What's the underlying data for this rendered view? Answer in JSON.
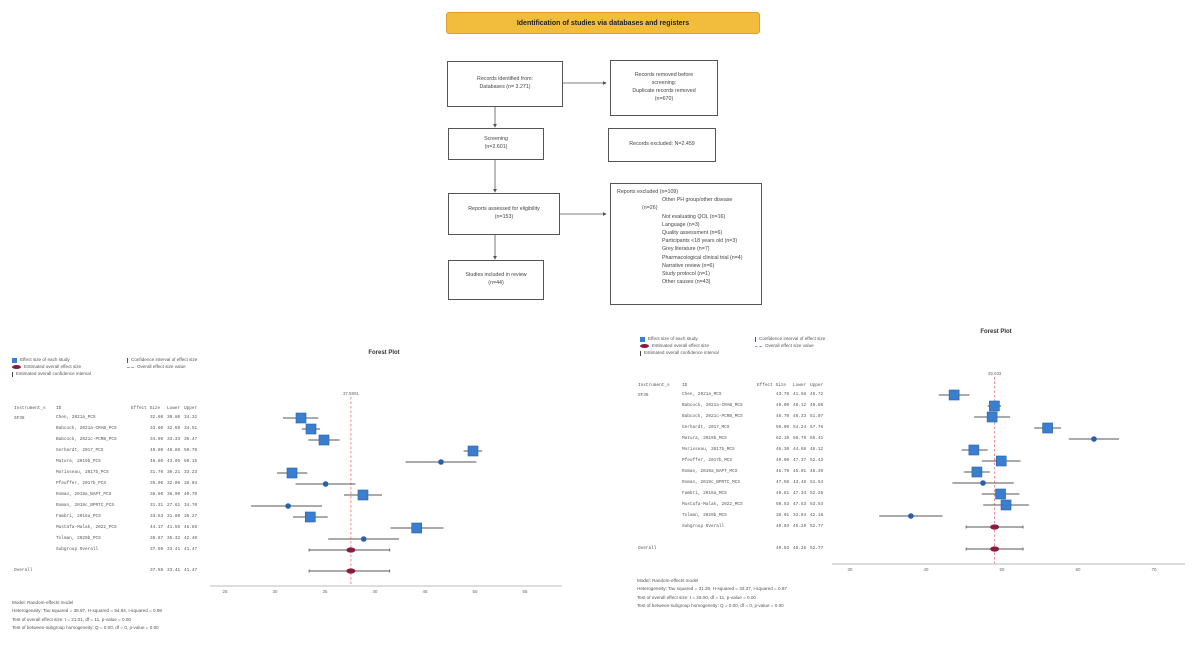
{
  "header": {
    "title": "Identification of studies via databases and registers"
  },
  "flowchart": {
    "identified": [
      "Records identified from:",
      "Databases (n= 3.271)"
    ],
    "removed": [
      "Records removed before",
      "screening:",
      "Duplicate records removed",
      "(n=670)"
    ],
    "screening": [
      "Screening",
      "(n=2.601)"
    ],
    "excluded_records": [
      "Records excluded: N=2.459"
    ],
    "assessed": [
      "Reports assessed for eligibility",
      "(n=153)"
    ],
    "included": [
      "Studies included in review",
      "(n=44)"
    ],
    "reports_excluded": {
      "title": "Reports excluded (n=109)",
      "first": "Other PH group/other disease",
      "first_count": "(n=26)",
      "items": [
        "Not evaluating QOL (n=16)",
        "Language (n=3)",
        "Quality assessment (n=6)",
        "Participants <18 years old (n=3)",
        "Grey literature (n=7)",
        "Pharmacological clinical trial (n=4)",
        "Narrative review (n=6)",
        "Study protocol (n=1)",
        "Other causes (n=43)"
      ]
    }
  },
  "legend": {
    "study": "Effect size of each study",
    "overall": "Estimated overall effect size",
    "overall_ci": "Estimated overall confidence interval",
    "ci": "Confidence interval of effect size",
    "ref": "Overall effect size value"
  },
  "colors": {
    "study": "#3a7fcf",
    "overall": "#8a1a45",
    "ref": "#f07a84"
  },
  "chart_data": [
    {
      "type": "forest",
      "title": "Forest Plot",
      "ref_value": 37.5901,
      "ref_label": "37.5901",
      "xlim": [
        22,
        58
      ],
      "ticks": [
        25,
        30,
        35,
        40,
        45,
        50,
        55
      ],
      "columns": [
        "Instrument_s",
        "ID",
        "Effect Size",
        "Lower",
        "Upper"
      ],
      "instrument": "SF36",
      "rows": [
        {
          "id": "Chen, 2021a_PCS",
          "es": 32.6,
          "lo": 30.8,
          "hi": 34.32,
          "marker": "square"
        },
        {
          "id": "Babcock, 2021a-CRAB_PCS",
          "es": 33.6,
          "lo": 32.69,
          "hi": 34.51,
          "marker": "square"
        },
        {
          "id": "Babcock, 2021c-PCRB_PCS",
          "es": 34.9,
          "lo": 33.33,
          "hi": 36.47,
          "marker": "square"
        },
        {
          "id": "Gerhardt, 2017_PCS",
          "es": 49.8,
          "lo": 48.86,
          "hi": 50.7,
          "marker": "square"
        },
        {
          "id": "Matura, 2019b_PCS",
          "es": 46.6,
          "lo": 43.05,
          "hi": 50.15,
          "marker": "dot"
        },
        {
          "id": "Morisseau, 2017b_PCS",
          "es": 31.7,
          "lo": 30.21,
          "hi": 33.23,
          "marker": "square"
        },
        {
          "id": "Pfeuffer, 2017b_PCS",
          "es": 35.06,
          "lo": 32.06,
          "hi": 38.04,
          "marker": "dot"
        },
        {
          "id": "Roman, 2019a_BAPT_PCS",
          "es": 38.8,
          "lo": 36.9,
          "hi": 40.7,
          "marker": "square"
        },
        {
          "id": "Roman, 2019c_BPRTC_PCS",
          "es": 31.31,
          "lo": 27.61,
          "hi": 34.7,
          "marker": "dot"
        },
        {
          "id": "Fambri, 2016a_PCS",
          "es": 33.53,
          "lo": 31.8,
          "hi": 35.27,
          "marker": "square"
        },
        {
          "id": "Mustafa-Malak, 2022_PCS",
          "es": 44.17,
          "lo": 41.55,
          "hi": 46.85,
          "marker": "square"
        },
        {
          "id": "Tolman, 2020b_PCS",
          "es": 38.87,
          "lo": 35.32,
          "hi": 42.4,
          "marker": "dot"
        },
        {
          "id": "Subgroup Overall",
          "es": 37.59,
          "lo": 33.41,
          "hi": 41.47,
          "marker": "diamond"
        }
      ],
      "overall": {
        "label": "Overall",
        "es": 37.59,
        "lo": 33.41,
        "hi": 41.47
      },
      "stats": [
        "Model: Random-effects model",
        "Heterogeneity: Tau squared = 38.97, H-squared = 54.84, I-squared = 0.98",
        "Test of overall effect size: t = 21.01, df = 11, p-value = 0.00",
        "Test of between-subgroup homogeneity: Q = 0.00, df = 0, p-value = 0.00"
      ]
    },
    {
      "type": "forest",
      "title": "Forest Plot",
      "ref_value": 49.03,
      "ref_label": "49.033",
      "xlim": [
        27,
        75
      ],
      "ticks": [
        30,
        40,
        50,
        60,
        70
      ],
      "columns": [
        "Instrument_s",
        "ID",
        "Effect Size",
        "Lower",
        "Upper"
      ],
      "instrument": "SF36",
      "rows": [
        {
          "id": "Chen, 2021a_MCS",
          "es": 43.7,
          "lo": 41.68,
          "hi": 45.72,
          "marker": "square"
        },
        {
          "id": "Babcock, 2021a-CRAB_MCS",
          "es": 49.0,
          "lo": 48.12,
          "hi": 49.88,
          "marker": "square"
        },
        {
          "id": "Babcock, 2021c-PCRB_MCS",
          "es": 48.7,
          "lo": 46.33,
          "hi": 51.07,
          "marker": "square"
        },
        {
          "id": "Gerhardt, 2017_MCS",
          "es": 56.0,
          "lo": 54.24,
          "hi": 57.76,
          "marker": "square"
        },
        {
          "id": "Matura, 2019b_MCS",
          "es": 62.1,
          "lo": 58.79,
          "hi": 65.41,
          "marker": "dot"
        },
        {
          "id": "Morisseau, 2017b_MCS",
          "es": 46.3,
          "lo": 44.68,
          "hi": 48.12,
          "marker": "square"
        },
        {
          "id": "Pfeuffer, 2017b_MCS",
          "es": 49.9,
          "lo": 47.37,
          "hi": 52.43,
          "marker": "square"
        },
        {
          "id": "Roman, 2019a_BAPT_MCS",
          "es": 46.7,
          "lo": 45.01,
          "hi": 48.39,
          "marker": "square"
        },
        {
          "id": "Roman, 2019c_BPRTC_MCS",
          "es": 47.5,
          "lo": 43.48,
          "hi": 51.54,
          "marker": "dot"
        },
        {
          "id": "Fambri, 2016a_MCS",
          "es": 49.81,
          "lo": 47.34,
          "hi": 52.28,
          "marker": "square"
        },
        {
          "id": "Mustafa-Malak, 2022_MCS",
          "es": 50.53,
          "lo": 47.53,
          "hi": 53.53,
          "marker": "square"
        },
        {
          "id": "Tolman, 2020b_MCS",
          "es": 38.01,
          "lo": 33.84,
          "hi": 42.18,
          "marker": "dot"
        },
        {
          "id": "Subgroup Overall",
          "es": 49.03,
          "lo": 45.28,
          "hi": 52.77,
          "marker": "diamond"
        }
      ],
      "overall": {
        "label": "Overall",
        "es": 49.03,
        "lo": 45.28,
        "hi": 52.77
      },
      "stats": [
        "Model: Random-effects model",
        "Heterogeneity: Tau squared = 31.36, H-squared = 33.37, I-squared = 0.97",
        "Test of overall effect size: t = 28.00, df = 11, p-value = 0.00",
        "Test of between-subgroup homogeneity: Q = 0.00, df = 0, p-value = 0.00"
      ]
    }
  ]
}
